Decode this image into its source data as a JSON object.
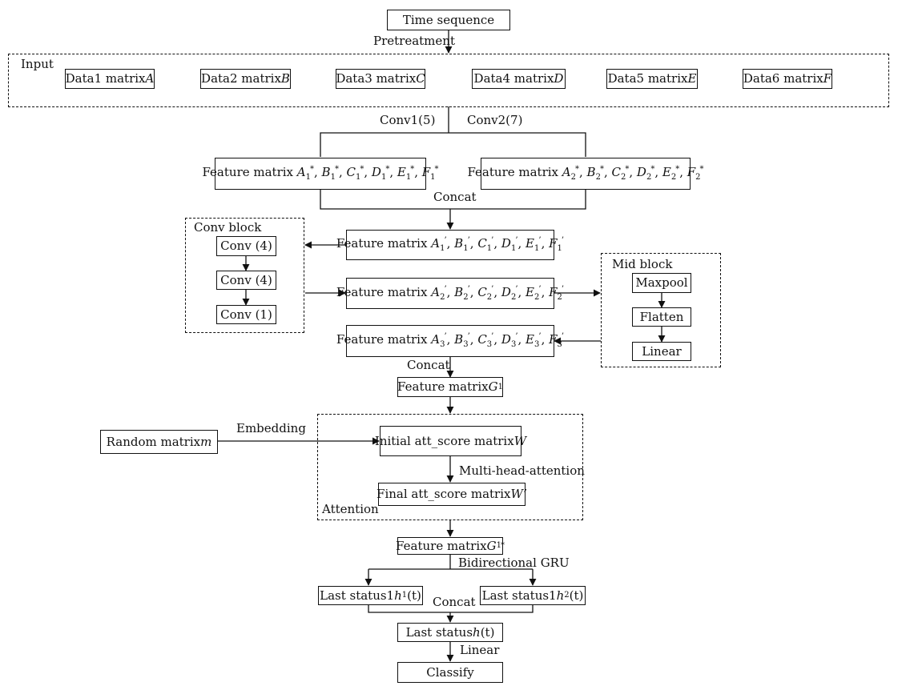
{
  "top": {
    "time_sequence": "Time sequence",
    "pretreatment": "Pretreatment"
  },
  "input": {
    "label": "Input",
    "boxes": [
      {
        "text": "Data1 matrix ",
        "var": "A"
      },
      {
        "text": "Data2 matrix ",
        "var": "B"
      },
      {
        "text": "Data3 matrix ",
        "var": "C"
      },
      {
        "text": "Data4 matrix ",
        "var": "D"
      },
      {
        "text": "Data5 matrix ",
        "var": "E"
      },
      {
        "text": "Data6 matrix ",
        "var": "F"
      }
    ]
  },
  "conv_labels": {
    "conv1": "Conv1(5)",
    "conv2": "Conv2(7)"
  },
  "feature_matrix_prefix": "Feature matrix ",
  "feature_vars": [
    "A",
    "B",
    "C",
    "D",
    "E",
    "F"
  ],
  "feature_top": {
    "left": {
      "sub": "1",
      "sup": "*"
    },
    "right": {
      "sub": "2",
      "sup": "*"
    }
  },
  "concat_label": "Concat",
  "feature_mid": [
    {
      "sub": "1",
      "sup": "’"
    },
    {
      "sub": "2",
      "sup": "’"
    },
    {
      "sub": "3",
      "sup": "’"
    }
  ],
  "conv_block": {
    "label": "Conv block",
    "items": [
      "Conv (4)",
      "Conv (4)",
      "Conv (1)"
    ]
  },
  "mid_block": {
    "label": "Mid block",
    "items": [
      "Maxpool",
      "Flatten",
      "Linear"
    ]
  },
  "g1": {
    "concat": "Concat",
    "text": "Feature matrix ",
    "var": "G",
    "sub": "1"
  },
  "attention": {
    "label": "Attention",
    "random": {
      "text": "Random matrix ",
      "var": "m"
    },
    "embedding": "Embedding",
    "initial": {
      "text": "Initial att_score matrix ",
      "var": "W"
    },
    "mha": "Multi-head-attention",
    "final": {
      "text": "Final att_score matrix ",
      "var": "W’"
    }
  },
  "g1star": {
    "text": "Feature matrix ",
    "var": "G",
    "sub": "1",
    "sup": "*"
  },
  "gru": {
    "label": "Bidirectional GRU",
    "h1": {
      "text": "Last status1 ",
      "var": "h",
      "sub": "1",
      "tail": "(t)"
    },
    "h2": {
      "text": "Last status1 ",
      "var": "h",
      "sub": "2",
      "tail": "(t)"
    },
    "concat": "Concat",
    "h": {
      "text": "Last status ",
      "var": "h",
      "tail": "(t)"
    },
    "linear": "Linear",
    "classify": "Classify"
  }
}
